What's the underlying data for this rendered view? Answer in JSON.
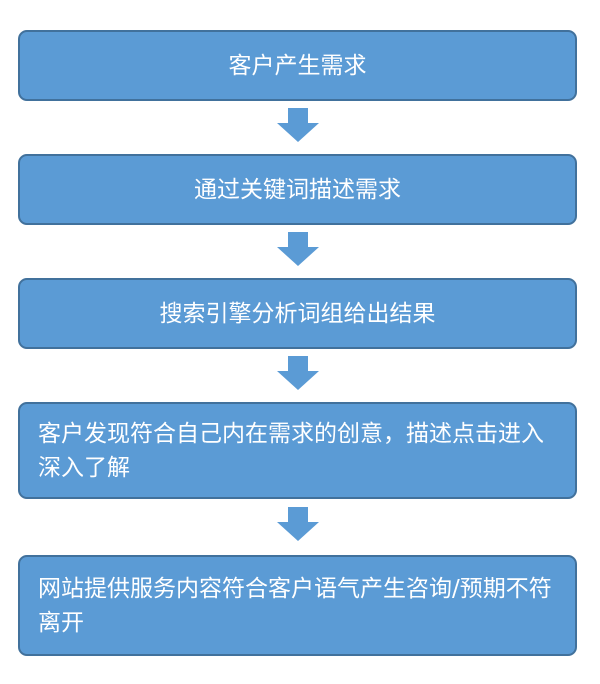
{
  "steps": [
    {
      "text": "客户产生需求"
    },
    {
      "text": "通过关键词描述需求"
    },
    {
      "text": "搜索引擎分析词组给出结果"
    },
    {
      "text": "客户发现符合自己内在需求的创意，描述点击进入深入了解"
    },
    {
      "text": "网站提供服务内容符合客户语气产生咨询/预期不符离开"
    }
  ],
  "colors": {
    "box_fill": "#5b9bd5",
    "box_border": "#41719c",
    "arrow_fill": "#5b9bd5",
    "text": "#ffffff"
  }
}
